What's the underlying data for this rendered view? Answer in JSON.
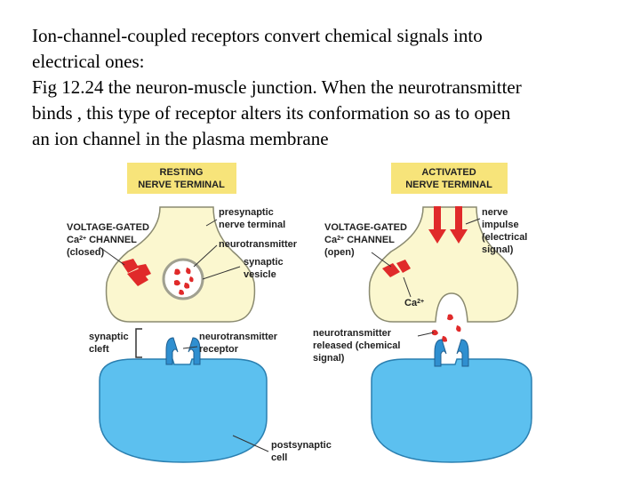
{
  "caption": {
    "line1": "Ion-channel-coupled receptors convert chemical signals into",
    "line2": "electrical ones:",
    "line3": "Fig 12.24 the neuron-muscle junction. When the neurotransmitter",
    "line4": "binds , this type of receptor alters its conformation so as to open",
    "line5": "an ion channel in the plasma membrane"
  },
  "left": {
    "header1": "RESTING",
    "header2": "NERVE TERMINAL",
    "vg1": "VOLTAGE-GATED",
    "vg2a": "Ca",
    "vg2sup": "2+",
    "vg2b": " CHANNEL",
    "vg3": "(closed)",
    "pre1": "presynaptic",
    "pre2": "nerve terminal",
    "nt": "neurotransmitter",
    "sv1": "synaptic",
    "sv2": "vesicle",
    "cleft1": "synaptic",
    "cleft2": "cleft",
    "rec1": "neurotransmitter",
    "rec2": "receptor",
    "post1": "postsynaptic",
    "post2": "cell"
  },
  "right": {
    "header1": "ACTIVATED",
    "header2": "NERVE TERMINAL",
    "vg1": "VOLTAGE-GATED",
    "vg2a": "Ca",
    "vg2sup": "2+",
    "vg2b": " CHANNEL",
    "vg3": "(open)",
    "imp1": "nerve",
    "imp2": "impulse",
    "imp3": "(electrical",
    "imp4": "signal)",
    "ca": "Ca",
    "casup": "2+",
    "rel1": "neurotransmitter",
    "rel2": "released (chemical",
    "rel3": "signal)"
  },
  "colors": {
    "terminal": "#fbf7cf",
    "terminal_stroke": "#8a8a70",
    "header_bg": "#f7e47a",
    "cell": "#5cc0ef",
    "cell_stroke": "#2a7fb0",
    "channel": "#e02a2a",
    "receptor": "#2f8fd0"
  }
}
